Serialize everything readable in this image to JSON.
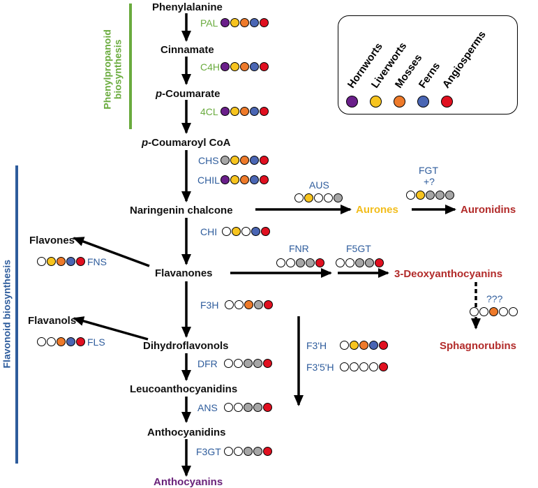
{
  "colors": {
    "hornworts": "#6a1f8a",
    "liverworts": "#f7c41f",
    "mosses": "#ee7a2a",
    "ferns": "#4a66b4",
    "angiosperms": "#e01020",
    "absent": "#ffffff",
    "grey": "#a6a6a6",
    "green_text": "#6aab3e",
    "blue_text": "#2e5c9c",
    "red_text": "#b22b2a",
    "yellow_text": "#f2bd1c",
    "purple_text": "#6a237a",
    "phenyl_bar": "#6aab3e",
    "flavonoid_bar": "#2e5c9c"
  },
  "legend": {
    "items": [
      {
        "label": "Hornworts",
        "color": "#6a1f8a"
      },
      {
        "label": "Liverworts",
        "color": "#f7c41f"
      },
      {
        "label": "Mosses",
        "color": "#ee7a2a"
      },
      {
        "label": "Ferns",
        "color": "#4a66b4"
      },
      {
        "label": "Angiosperms",
        "color": "#e01020"
      }
    ]
  },
  "sections": {
    "phenylpropanoid": {
      "line1": "Phenylpropanoid",
      "line2": "biosynthesis"
    },
    "flavonoid": "Flavonoid biosynthesis"
  },
  "compounds": {
    "phenylalanine": "Phenylalanine",
    "cinnamate": "Cinnamate",
    "p_coumarate_prefix": "p",
    "p_coumarate_rest": "-Coumarate",
    "p_coumaroyl_prefix": "p",
    "p_coumaroyl_rest": "-Coumaroyl CoA",
    "naringenin": "Naringenin chalcone",
    "aurones": "Aurones",
    "auronidins": "Auronidins",
    "flavones": "Flavones",
    "flavanones": "Flavanones",
    "deoxy": "3-Deoxyanthocyanins",
    "sphagnorubins": "Sphagnorubins",
    "flavanols": "Flavanols",
    "dihydroflavonols": "Dihydroflavonols",
    "leucoanthocyanidins": "Leucoanthocyanidins",
    "anthocyanidins": "Anthocyanidins",
    "anthocyanins": "Anthocyanins"
  },
  "enzymes": {
    "pal": {
      "label": "PAL",
      "dots": [
        "hornworts",
        "liverworts",
        "mosses",
        "ferns",
        "angiosperms"
      ]
    },
    "c4h": {
      "label": "C4H",
      "dots": [
        "hornworts",
        "liverworts",
        "mosses",
        "ferns",
        "angiosperms"
      ]
    },
    "4cl": {
      "label": "4CL",
      "dots": [
        "hornworts",
        "liverworts",
        "mosses",
        "ferns",
        "angiosperms"
      ]
    },
    "chs": {
      "label": "CHS",
      "dots": [
        "grey",
        "liverworts",
        "mosses",
        "ferns",
        "angiosperms"
      ]
    },
    "chil": {
      "label": "CHIL",
      "dots": [
        "hornworts",
        "liverworts",
        "mosses",
        "ferns",
        "angiosperms"
      ]
    },
    "aus": {
      "label": "AUS",
      "dots": [
        "absent",
        "liverworts",
        "absent",
        "absent",
        "grey"
      ]
    },
    "fgt": {
      "label1": "FGT",
      "label2": "+?",
      "dots": [
        "absent",
        "liverworts",
        "grey",
        "grey",
        "grey"
      ]
    },
    "chi": {
      "label": "CHI",
      "dots": [
        "absent",
        "liverworts",
        "absent",
        "ferns",
        "angiosperms"
      ]
    },
    "fns": {
      "label": "FNS",
      "dots": [
        "absent",
        "liverworts",
        "mosses",
        "ferns",
        "angiosperms"
      ]
    },
    "fnr": {
      "label": "FNR",
      "dots": [
        "absent",
        "absent",
        "grey",
        "grey",
        "angiosperms"
      ]
    },
    "f5gt": {
      "label": "F5GT",
      "dots": [
        "absent",
        "absent",
        "grey",
        "grey",
        "angiosperms"
      ]
    },
    "f3h": {
      "label": "F3H",
      "dots": [
        "absent",
        "absent",
        "mosses",
        "grey",
        "angiosperms"
      ]
    },
    "qqq": {
      "label": "???",
      "dots": [
        "absent",
        "absent",
        "mosses",
        "absent",
        "absent"
      ]
    },
    "fls": {
      "label": "FLS",
      "dots": [
        "absent",
        "absent",
        "mosses",
        "ferns",
        "angiosperms"
      ]
    },
    "f3ph": {
      "label": "F3'H",
      "dots": [
        "absent",
        "liverworts",
        "mosses",
        "ferns",
        "angiosperms"
      ]
    },
    "dfr": {
      "label": "DFR",
      "dots": [
        "absent",
        "absent",
        "grey",
        "grey",
        "angiosperms"
      ]
    },
    "f35h": {
      "label": "F3'5'H",
      "dots": [
        "absent",
        "absent",
        "absent",
        "absent",
        "angiosperms"
      ]
    },
    "ans": {
      "label": "ANS",
      "dots": [
        "absent",
        "absent",
        "grey",
        "grey",
        "angiosperms"
      ]
    },
    "f3gt": {
      "label": "F3GT",
      "dots": [
        "absent",
        "absent",
        "grey",
        "grey",
        "angiosperms"
      ]
    }
  }
}
